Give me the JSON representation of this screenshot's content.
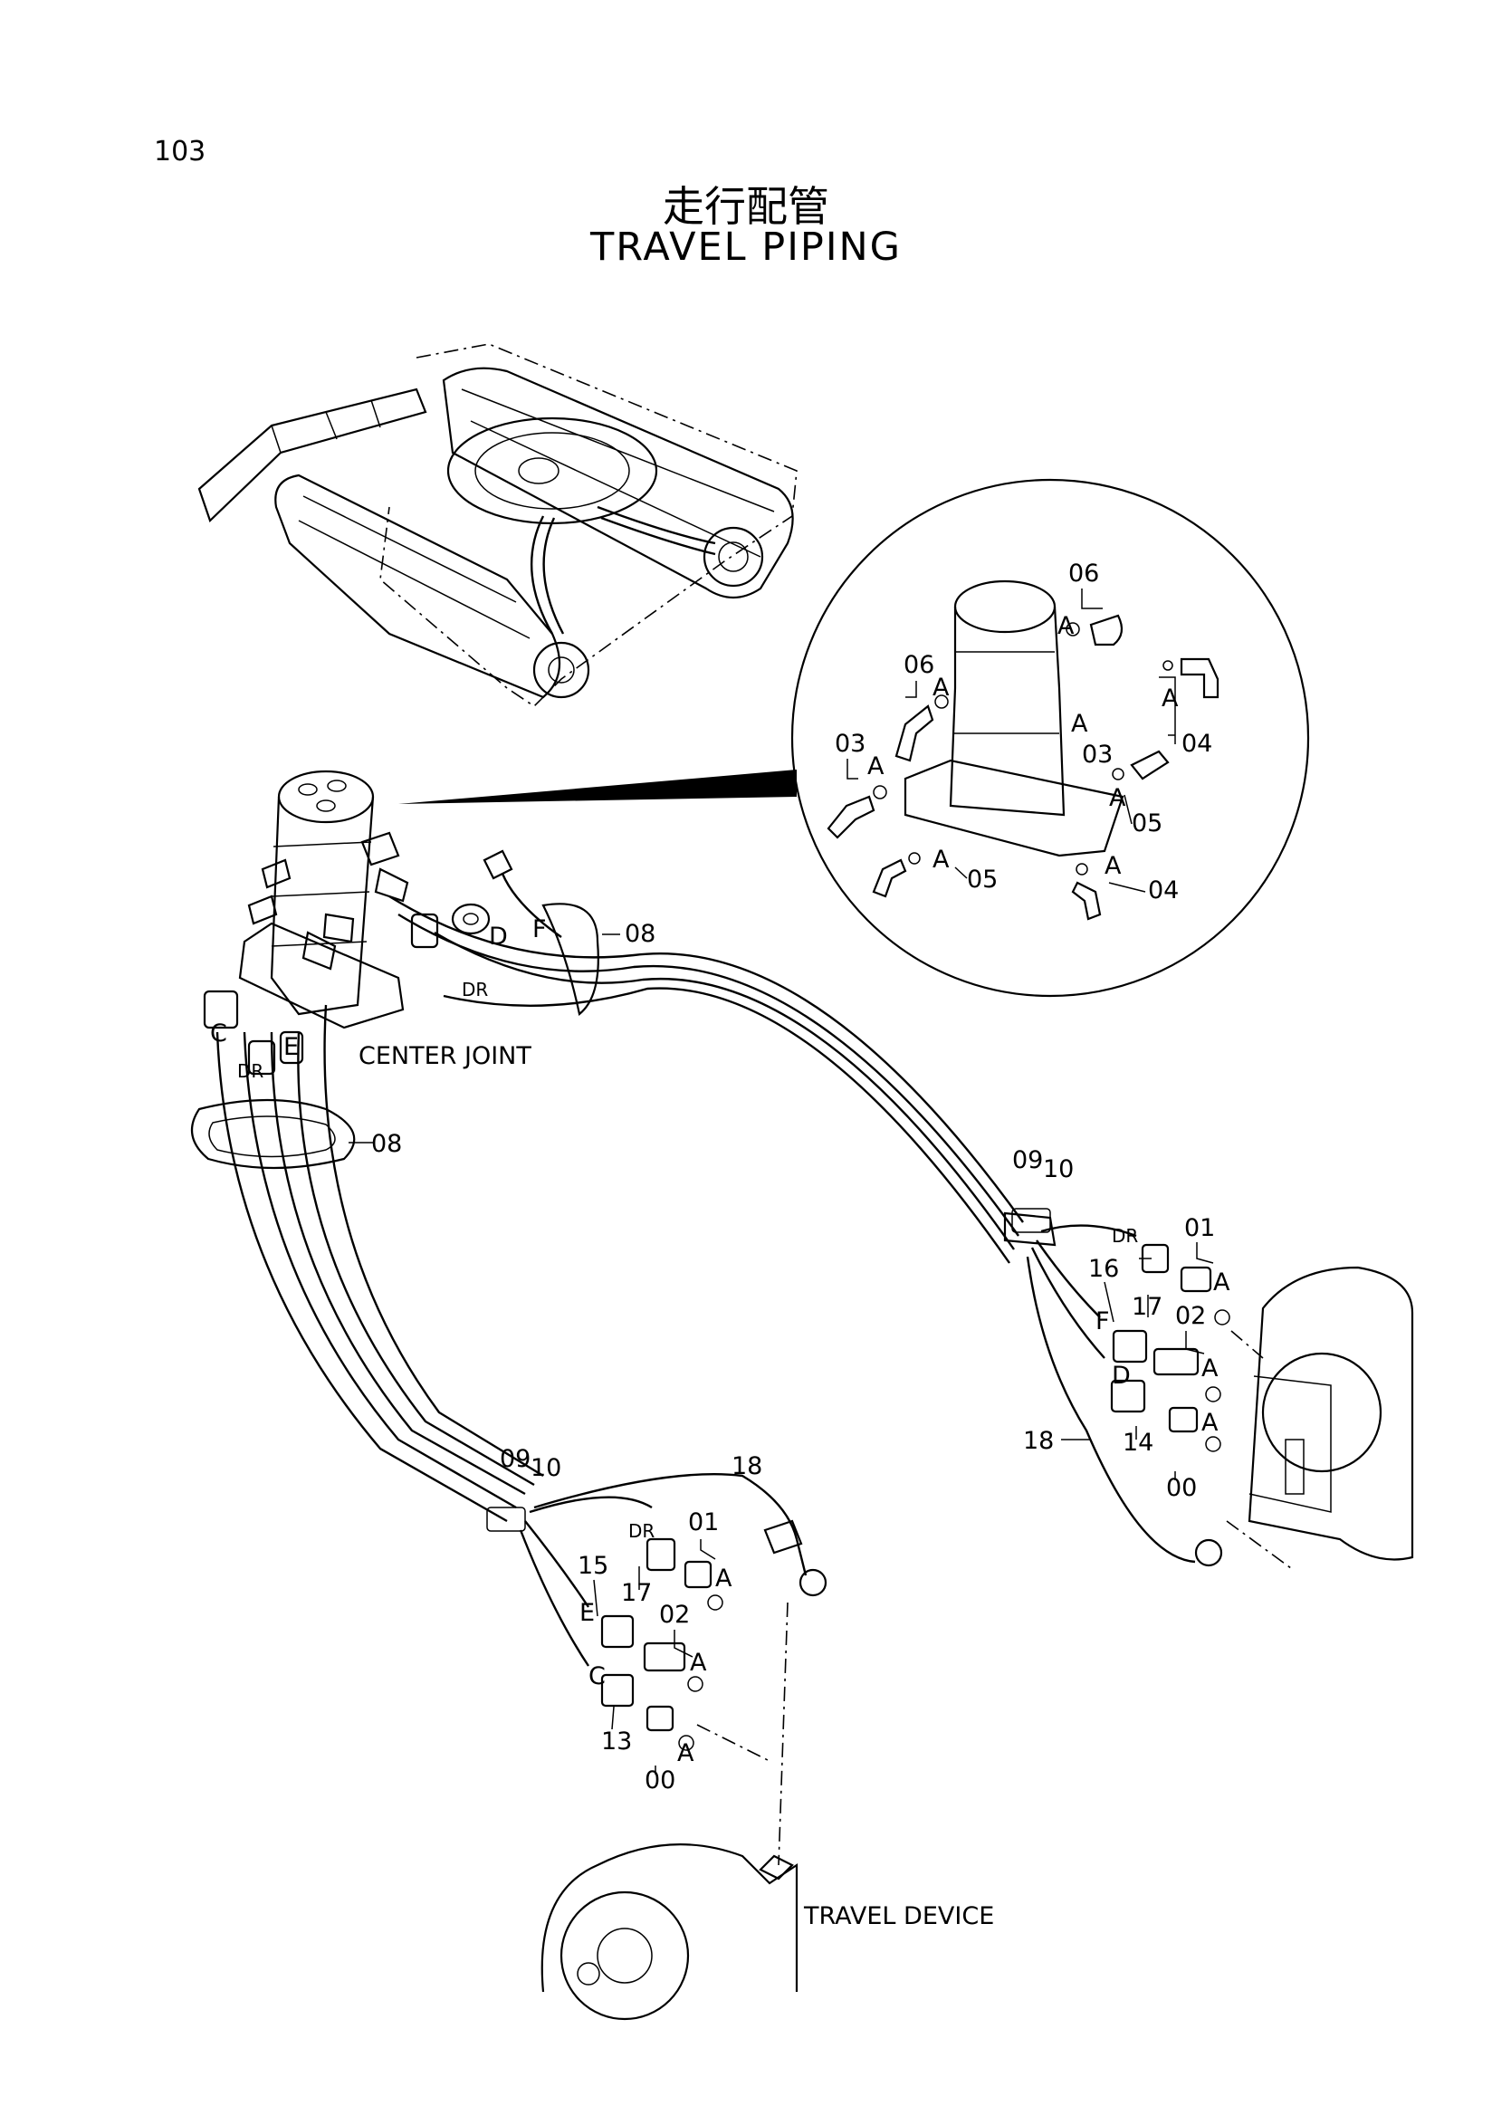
{
  "page_number": "103",
  "title_jp": "走行配管",
  "title_en": "TRAVEL PIPING",
  "labels": {
    "center_joint": "CENTER JOINT",
    "travel_device": "TRAVEL DEVICE"
  },
  "callouts": {
    "inset_06_top": "06",
    "inset_06_left": "06",
    "inset_03_left": "03",
    "inset_03_right": "03",
    "inset_04_right": "04",
    "inset_04_bottom": "04",
    "inset_05_right": "05",
    "inset_05_bottom": "05",
    "inset_a1": "A",
    "inset_a2": "A",
    "inset_a3": "A",
    "inset_a4": "A",
    "inset_a5": "A",
    "inset_a6": "A",
    "inset_a7": "A",
    "inset_a8": "A",
    "band_08_top": "08",
    "band_08_left": "08",
    "hose_c": "C",
    "hose_e": "E",
    "hose_dr_left": "DR",
    "hose_f_top": "F",
    "hose_d_top": "D",
    "hose_dr_top": "DR",
    "r_09": "09",
    "r_10": "10",
    "r_dr": "DR",
    "r_01": "01",
    "r_16": "16",
    "r_17": "17",
    "r_a1": "A",
    "r_02": "02",
    "r_f": "F",
    "r_a2": "A",
    "r_d": "D",
    "r_a3": "A",
    "r_18": "18",
    "r_14": "14",
    "r_00": "00",
    "b_09": "09",
    "b_10": "10",
    "b_18": "18",
    "b_dr": "DR",
    "b_01": "01",
    "b_15": "15",
    "b_17": "17",
    "b_a1": "A",
    "b_e": "E",
    "b_02": "02",
    "b_a2": "A",
    "b_c": "C",
    "b_13": "13",
    "b_a3": "A",
    "b_00": "00"
  }
}
